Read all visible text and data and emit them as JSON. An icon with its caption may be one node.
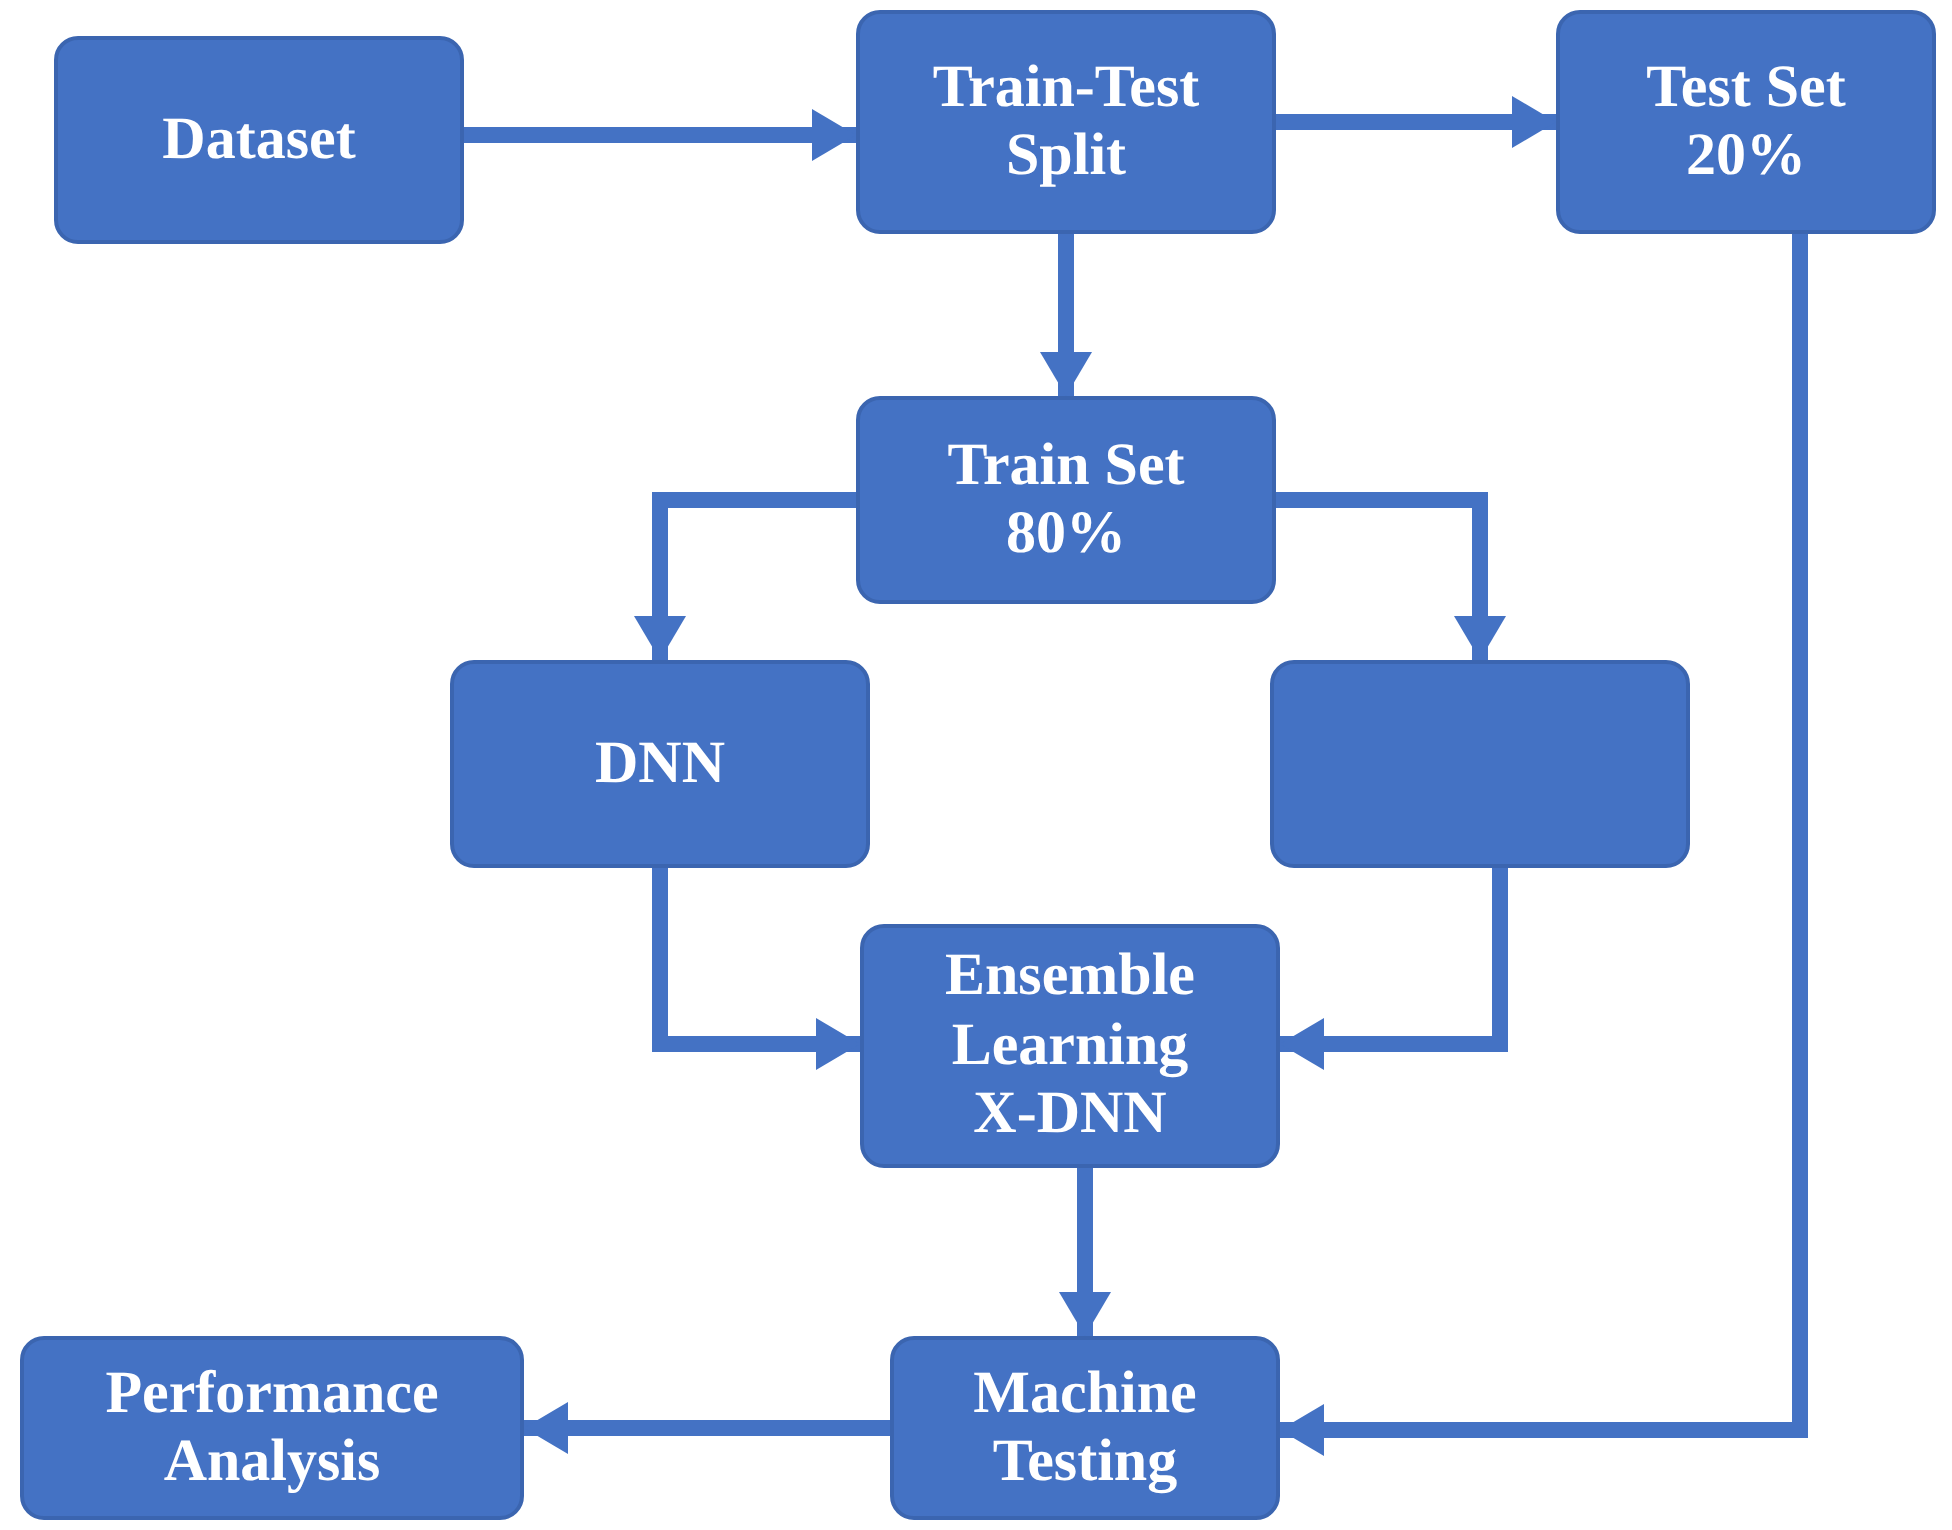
{
  "diagram": {
    "nodes": [
      {
        "text": [
          "Dataset"
        ]
      },
      {
        "text": [
          "Train-Test Split"
        ]
      },
      {
        "text": [
          "Test Set 20%"
        ]
      },
      {
        "text": [
          "Train Set 80%"
        ]
      },
      {
        "text": [
          "DNN"
        ]
      },
      {
        "text": [],
        "shape": "box"
      },
      {
        "text": [
          "Ensemble Learning X-DNN"
        ]
      },
      {
        "text": [
          "Machine Testing"
        ]
      },
      {
        "text": [
          "Performance Analysis"
        ]
      }
    ],
    "edges": [
      {
        "from": 0,
        "to": 1,
        "arrow": "to"
      },
      {
        "from": 1,
        "to": 2,
        "arrow": "to"
      },
      {
        "from": 1,
        "to": 3,
        "arrow": "to"
      },
      {
        "from": 3,
        "to": 4,
        "arrow": "to"
      },
      {
        "from": 3,
        "to": 5,
        "arrow": "to"
      },
      {
        "from": 4,
        "to": 6,
        "arrow": "to"
      },
      {
        "from": 5,
        "to": 6,
        "arrow": "to"
      },
      {
        "from": 6,
        "to": 7,
        "arrow": "to"
      },
      {
        "from": 2,
        "to": 7,
        "arrow": "to"
      },
      {
        "from": 7,
        "to": 8,
        "arrow": "to"
      }
    ]
  }
}
